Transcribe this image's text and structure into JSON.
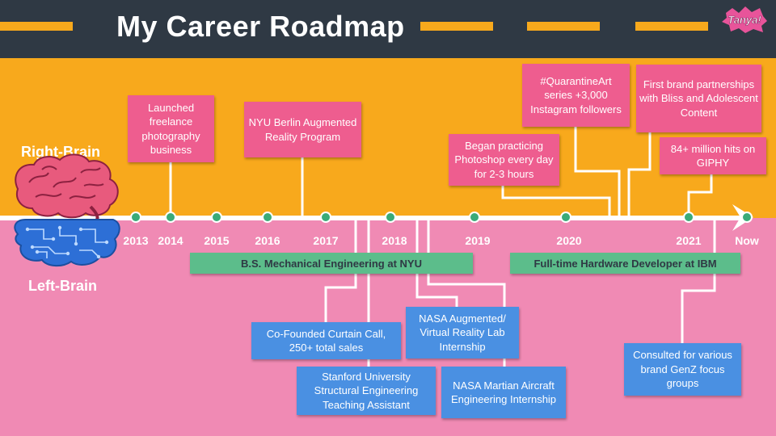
{
  "header": {
    "title": "My Career Roadmap",
    "logo_text": "Tanya!"
  },
  "labels": {
    "right_brain": "Right-Brain",
    "left_brain": "Left-Brain"
  },
  "years": [
    "2013",
    "2014",
    "2015",
    "2016",
    "2017",
    "2018",
    "2019",
    "2020",
    "2021",
    "Now"
  ],
  "programs": {
    "nyu": "B.S. Mechanical Engineering at NYU",
    "ibm": "Full-time Hardware Developer at IBM"
  },
  "right_brain_events": {
    "photography": "Launched freelance photography business",
    "berlin": "NYU Berlin Augmented Reality Program",
    "photoshop": "Began practicing Photoshop every day for 2-3 hours",
    "quarantine": "#QuarantineArt series +3,000 Instagram followers",
    "brands": "First brand partnerships with Bliss and Adolescent Content",
    "giphy": "84+ million hits on GIPHY"
  },
  "left_brain_events": {
    "curtain_call": "Co-Founded Curtain Call, 250+ total sales",
    "stanford": "Stanford University Structural Engineering Teaching Assistant",
    "nasa_vr": "NASA Augmented/ Virtual Reality Lab Internship",
    "nasa_martian": "NASA Martian Aircraft Engineering Internship",
    "genz": "Consulted for various brand  GenZ focus groups"
  },
  "colors": {
    "header_bg": "#2f3944",
    "right_brain_bg": "#f8a91c",
    "left_brain_bg": "#f08ab4",
    "right_event": "#ee5d8f",
    "left_event": "#4a90e2",
    "program_bar": "#5cbd8b",
    "timeline_dot": "#3aab78"
  },
  "icons": {
    "right_brain": "pink-brain-icon",
    "left_brain": "circuit-brain-icon"
  }
}
